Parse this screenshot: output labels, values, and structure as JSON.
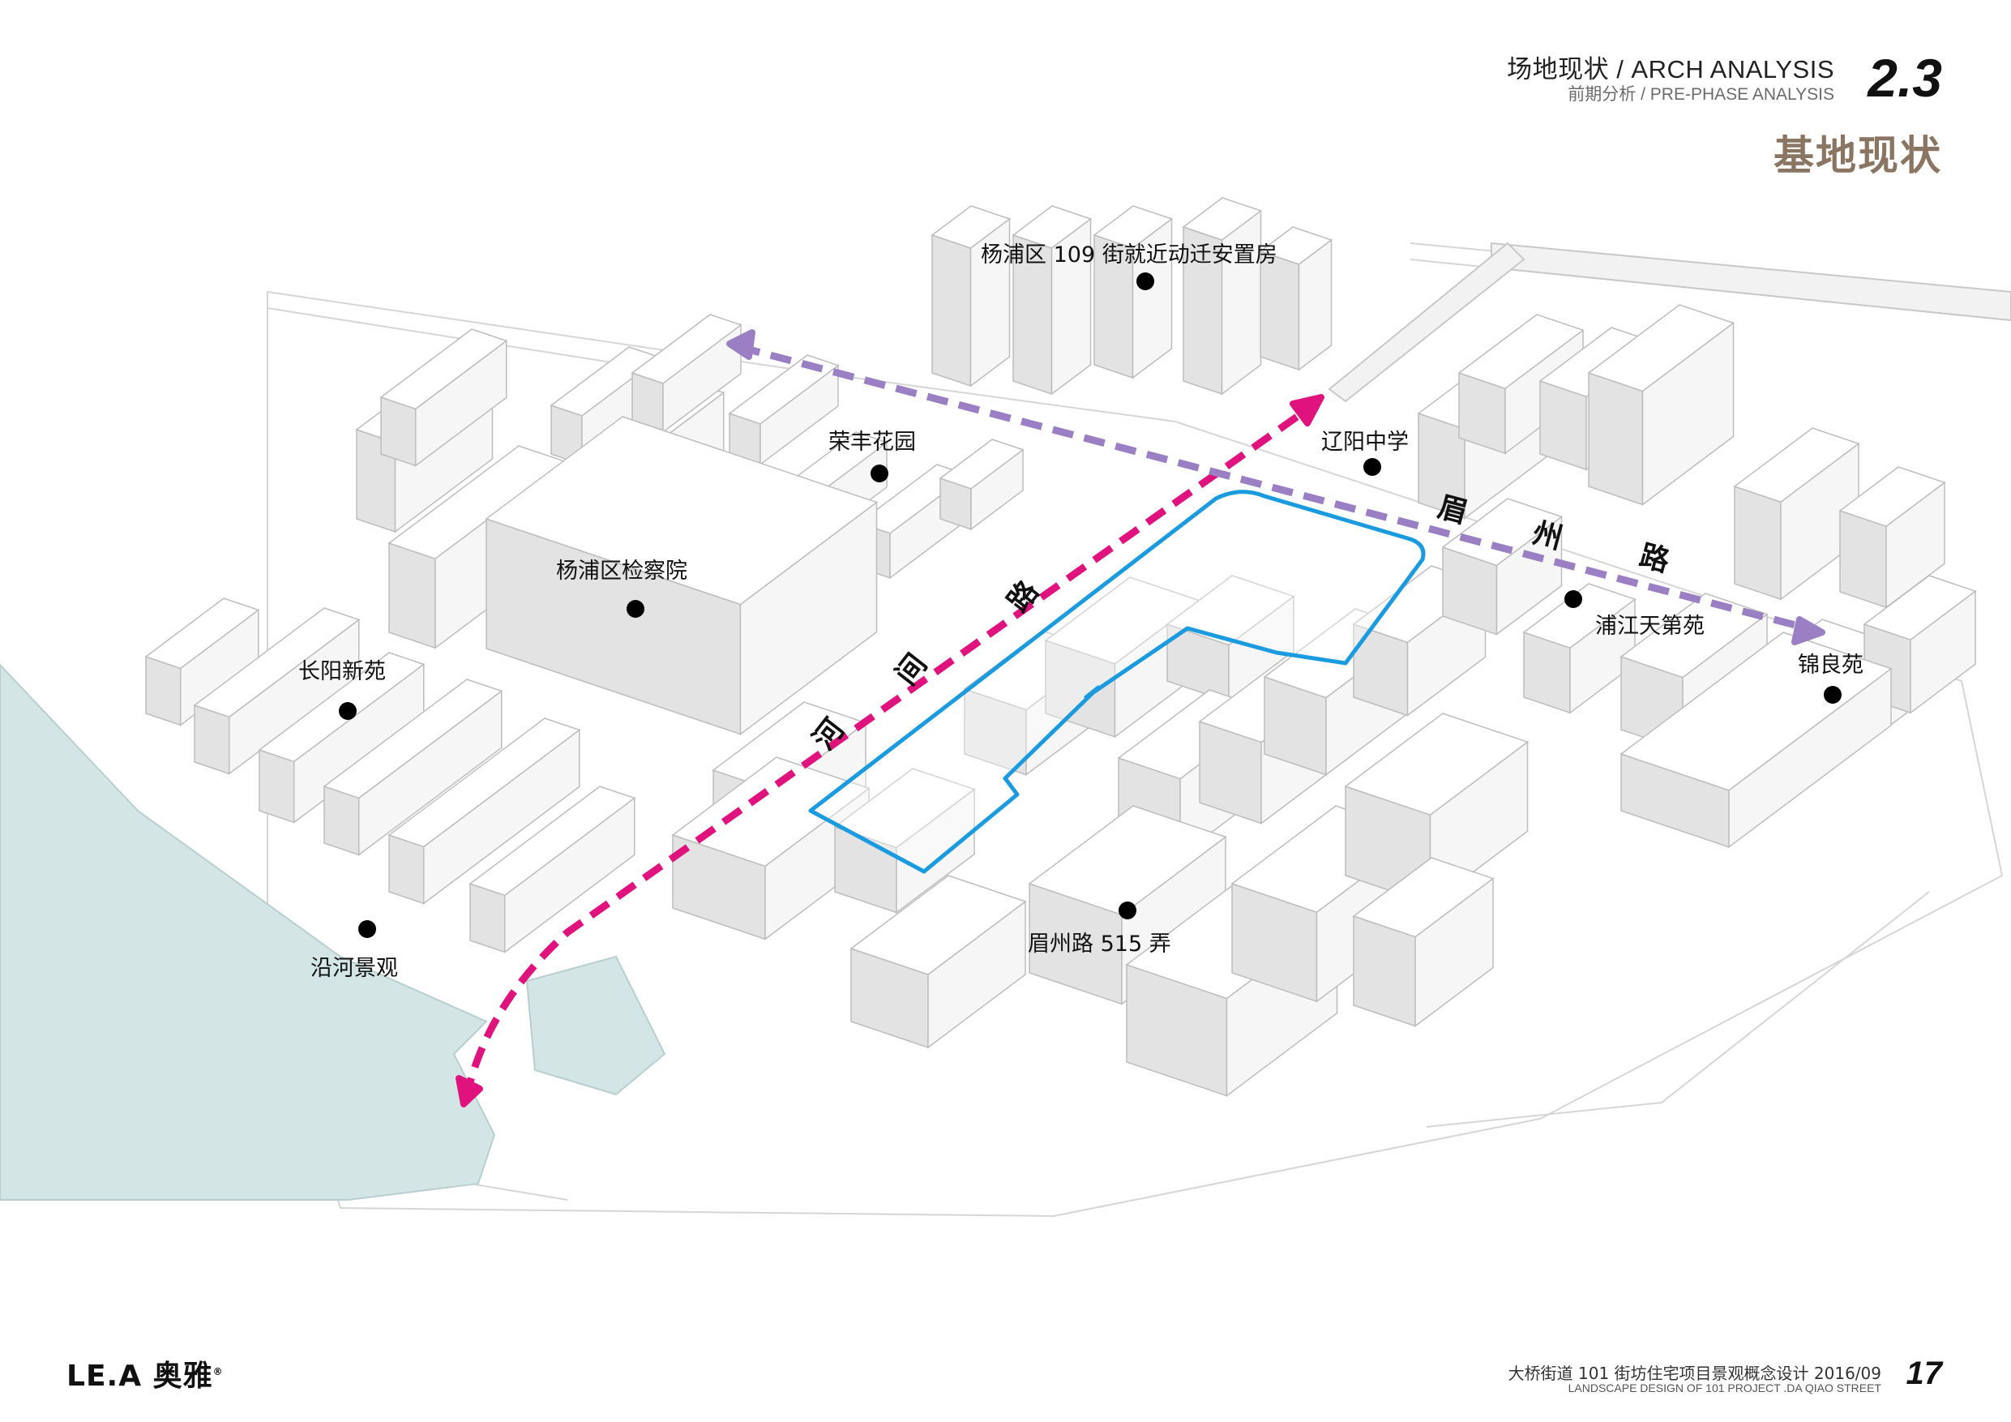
{
  "header": {
    "title": "场地现状 / ARCH ANALYSIS",
    "subtitle": "前期分析 / PRE-PHASE ANALYSIS",
    "section_number": "2.3",
    "heading": "基地现状"
  },
  "places": {
    "resettlement": "杨浦区 109 街就近动迁安置房",
    "rongfeng": "荣丰花园",
    "liaoyang": "辽阳中学",
    "procuratorate": "杨浦区检察院",
    "changyang": "长阳新苑",
    "pujiang": "浦江天第苑",
    "jinliang": "锦良苑",
    "meizhou515": "眉州路 515 弄",
    "riverside": "沿河景观"
  },
  "roads": {
    "hejian": [
      "河",
      "间",
      "路"
    ],
    "meizhou": [
      "眉",
      "州",
      "路"
    ]
  },
  "colors": {
    "hejian_road_arrow": "#e0127d",
    "meizhou_road_arrow": "#9b7fc4",
    "site_boundary": "#1a9be0",
    "river": "#d3e5e5",
    "heading": "#8a7562"
  },
  "footer": {
    "logo": "LE.A 奥雅",
    "project_cn": "大桥街道 101 街坊住宅项目景观概念设计 2016/09",
    "project_en": "LANDSCAPE DESIGN OF 101 PROJECT .DA QIAO STREET",
    "page": "17"
  }
}
